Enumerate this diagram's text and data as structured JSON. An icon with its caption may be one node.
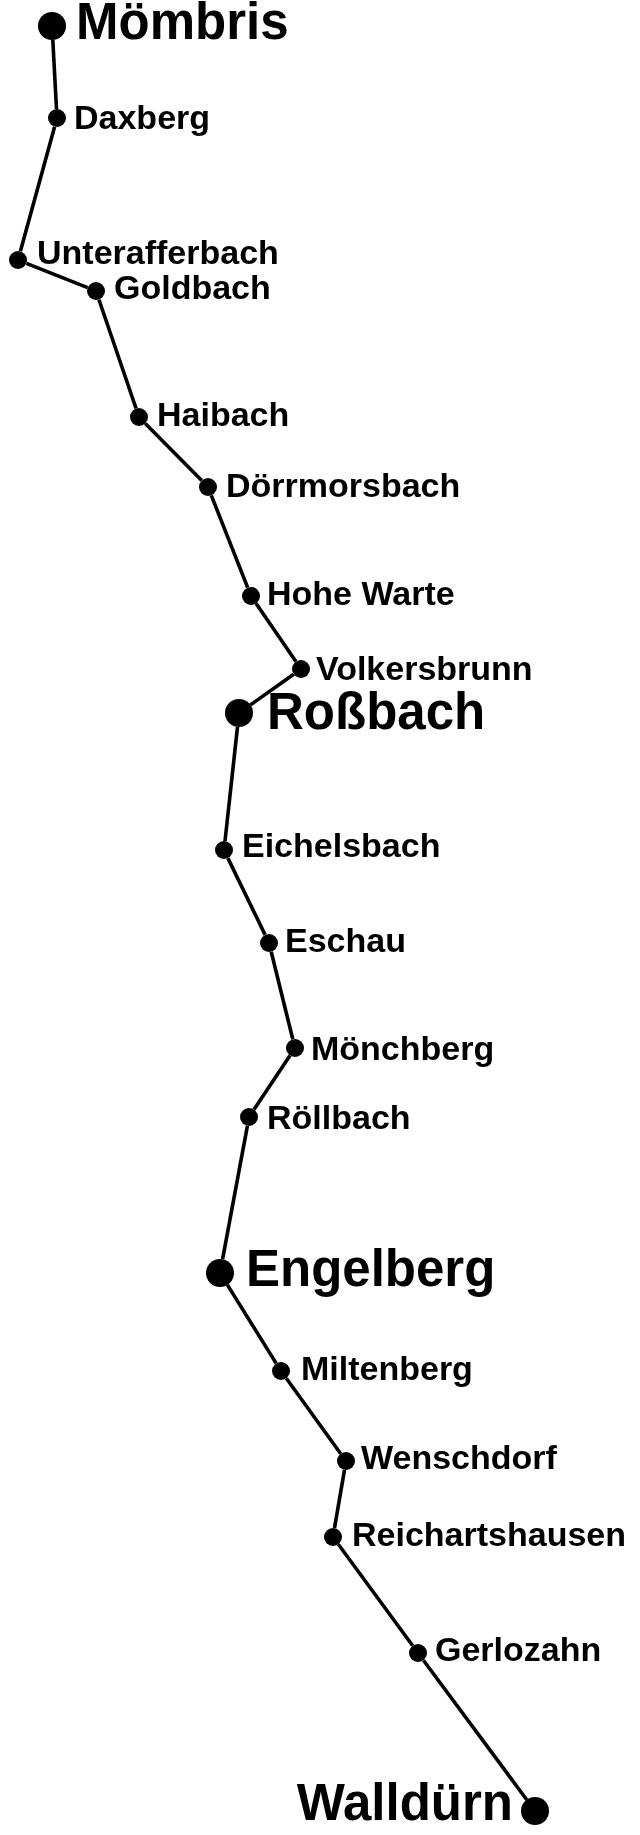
{
  "diagram": {
    "nodes": [
      {
        "text": [
          "Mömbris"
        ]
      },
      {
        "text": [
          "Daxberg"
        ]
      },
      {
        "text": [
          "Unterafferbach"
        ]
      },
      {
        "text": [
          "Goldbach"
        ]
      },
      {
        "text": [
          "Haibach"
        ]
      },
      {
        "text": [
          "Dörrmorsbach"
        ]
      },
      {
        "text": [
          "Hohe Warte"
        ]
      },
      {
        "text": [
          "Volkersbrunn"
        ]
      },
      {
        "text": [
          "Roßbach"
        ]
      },
      {
        "text": [
          "Eichelsbach"
        ]
      },
      {
        "text": [
          "Eschau"
        ]
      },
      {
        "text": [
          "Mönchberg"
        ]
      },
      {
        "text": [
          "Röllbach"
        ]
      },
      {
        "text": [
          "Engelberg"
        ]
      },
      {
        "text": [
          "Miltenberg"
        ]
      },
      {
        "text": [
          "Wenschdorf"
        ]
      },
      {
        "text": [
          "Reichartshausen"
        ]
      },
      {
        "text": [
          "Gerlozahn"
        ]
      },
      {
        "text": [
          "Walldürn"
        ]
      }
    ],
    "edges": [
      {
        "from": 0,
        "to": 1,
        "arrow": "none"
      },
      {
        "from": 1,
        "to": 2,
        "arrow": "none"
      },
      {
        "from": 2,
        "to": 3,
        "arrow": "none"
      },
      {
        "from": 3,
        "to": 4,
        "arrow": "none"
      },
      {
        "from": 4,
        "to": 5,
        "arrow": "none"
      },
      {
        "from": 5,
        "to": 6,
        "arrow": "none"
      },
      {
        "from": 6,
        "to": 7,
        "arrow": "none"
      },
      {
        "from": 7,
        "to": 8,
        "arrow": "none"
      },
      {
        "from": 8,
        "to": 9,
        "arrow": "none"
      },
      {
        "from": 9,
        "to": 10,
        "arrow": "none"
      },
      {
        "from": 10,
        "to": 11,
        "arrow": "none"
      },
      {
        "from": 11,
        "to": 12,
        "arrow": "none"
      },
      {
        "from": 12,
        "to": 13,
        "arrow": "none"
      },
      {
        "from": 13,
        "to": 14,
        "arrow": "none"
      },
      {
        "from": 14,
        "to": 15,
        "arrow": "none"
      },
      {
        "from": 15,
        "to": 16,
        "arrow": "none"
      },
      {
        "from": 16,
        "to": 17,
        "arrow": "none"
      },
      {
        "from": 17,
        "to": 18,
        "arrow": "none"
      }
    ]
  }
}
